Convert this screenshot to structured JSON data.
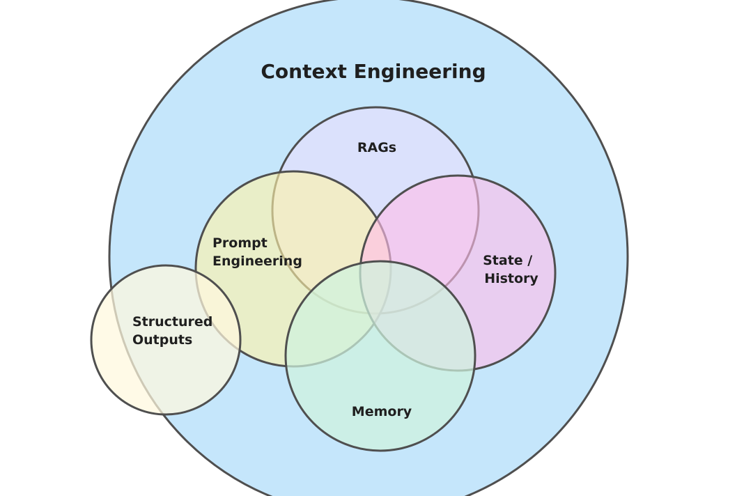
{
  "diagram": {
    "title": "Context Engineering",
    "circles": {
      "rags": {
        "label": "RAGs",
        "color": "#DEDFFB"
      },
      "prompt_engineering": {
        "line1": "Prompt",
        "line2": "Engineering",
        "color": "#FFF2B0"
      },
      "state_history": {
        "line1": "State /",
        "line2": "History",
        "color": "#FFC8EA"
      },
      "memory": {
        "label": "Memory",
        "color": "#CFF0E1"
      },
      "structured_outputs": {
        "line1": "Structured",
        "line2": "Outputs",
        "color": "#FFF8DE"
      }
    },
    "outer_color": "#C5E6FB"
  }
}
